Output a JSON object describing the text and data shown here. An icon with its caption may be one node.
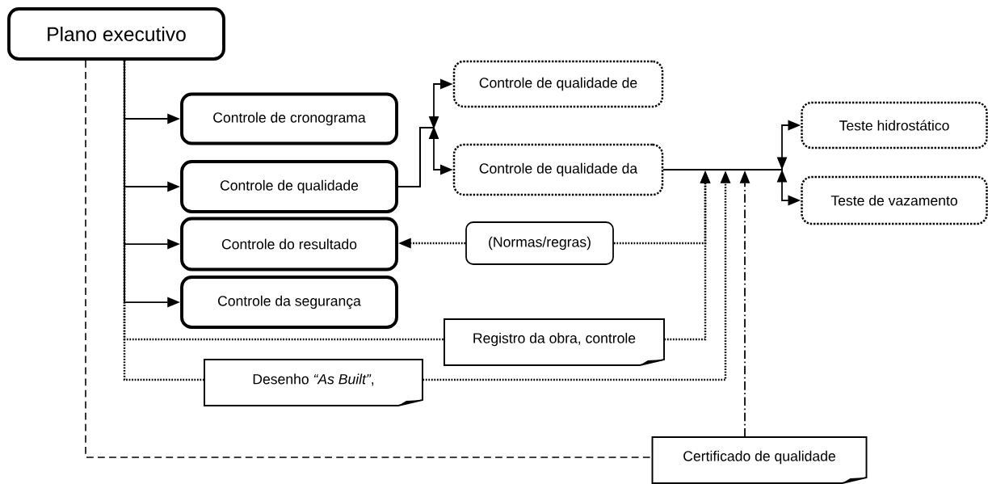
{
  "diagram": {
    "nodes": [
      {
        "text": [
          "Plano executivo"
        ]
      },
      {
        "text": [
          "Controle de cronograma"
        ]
      },
      {
        "text": [
          "Controle de qualidade"
        ]
      },
      {
        "text": [
          "Controle do resultado"
        ]
      },
      {
        "text": [
          "Controle da segurança"
        ]
      },
      {
        "text": [
          "Controle de qualidade de"
        ]
      },
      {
        "text": [
          "Controle de qualidade da"
        ]
      },
      {
        "text": [
          "Teste hidrostático"
        ]
      },
      {
        "text": [
          "Teste de vazamento"
        ]
      },
      {
        "text": [
          "(Normas/regras)"
        ]
      },
      {
        "text": [
          "Registro da obra, controle"
        ]
      },
      {
        "text": [
          "Desenho *“As Built”*,"
        ]
      },
      {
        "text": [
          "Certificado de qualidade"
        ]
      }
    ],
    "edges": [
      {
        "from": 0,
        "to": 1,
        "arrow": "to"
      },
      {
        "from": 0,
        "to": 2,
        "arrow": "to"
      },
      {
        "from": 0,
        "to": 3,
        "arrow": "to"
      },
      {
        "from": 0,
        "to": 4,
        "arrow": "to"
      },
      {
        "from": 2,
        "to": 5,
        "arrow": "to"
      },
      {
        "from": 2,
        "to": 6,
        "arrow": "to"
      },
      {
        "from": 6,
        "to": 7,
        "arrow": "to"
      },
      {
        "from": 6,
        "to": 8,
        "arrow": "to"
      },
      {
        "from": 9,
        "to": 3,
        "arrow": "to",
        "style": "dashed"
      },
      {
        "from": 9,
        "to": null,
        "arrow": "to",
        "style": "dashed"
      },
      {
        "from": 10,
        "to": null,
        "arrow": "to",
        "style": "dashed"
      },
      {
        "from": 0,
        "to": 10,
        "arrow": "none",
        "style": "dashed"
      },
      {
        "from": 0,
        "to": 11,
        "arrow": "none",
        "style": "dashed"
      },
      {
        "from": 11,
        "to": null,
        "arrow": "to",
        "style": "dashed"
      },
      {
        "from": 12,
        "to": null,
        "arrow": "to",
        "style": "dashed"
      },
      {
        "from": 0,
        "to": 12,
        "arrow": "none",
        "style": "dashed"
      }
    ]
  }
}
